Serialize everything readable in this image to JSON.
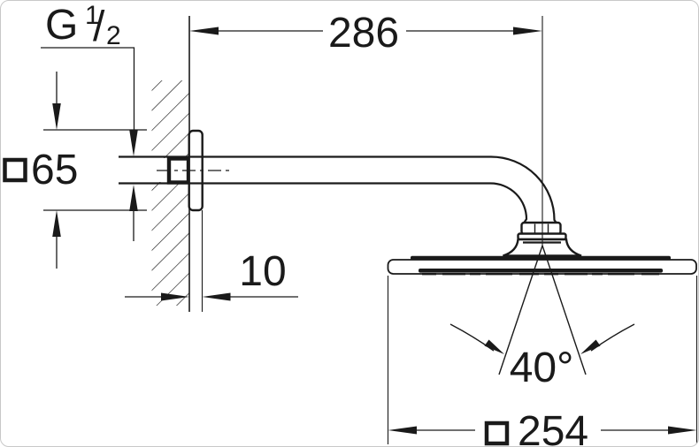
{
  "drawing": {
    "labels": {
      "arm_projection": "286",
      "flange_size": "65",
      "flange_depth": "10",
      "spray_angle": "40°",
      "head_size": "254",
      "thread": {
        "prefix": "G",
        "numerator": "1",
        "slash": "/",
        "denominator": "2"
      }
    },
    "colors": {
      "line": "#1a1a1a",
      "background": "#ffffff",
      "page_border": "#c8c8c8"
    }
  }
}
